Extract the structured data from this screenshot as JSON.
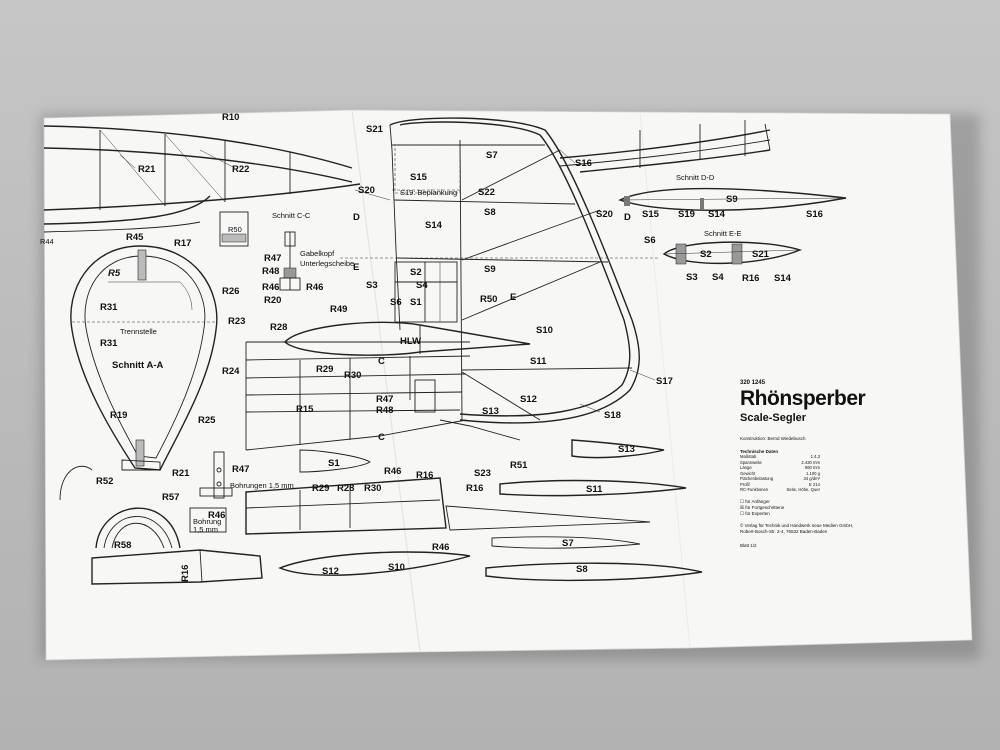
{
  "plan": {
    "number": "320 1245",
    "title": "Rhönsperber",
    "subtitle": "Scale-Segler",
    "constructor": "Konstruktion: Bernd Wiedebusch",
    "tech_heading": "Technische Daten",
    "specs": [
      {
        "label": "Maßstab",
        "value": "1:4,3"
      },
      {
        "label": "Spannweite",
        "value": "2.430 mm"
      },
      {
        "label": "Länge",
        "value": "960 mm"
      },
      {
        "label": "Gewicht",
        "value": "1.100 g"
      },
      {
        "label": "Flächenbelastung",
        "value": "34 g/dm²"
      },
      {
        "label": "Profil",
        "value": "E 214"
      },
      {
        "label": "RC-Funktionen",
        "value": "Seite, Höhe, Quer"
      }
    ],
    "checkboxes": [
      "für Anfänger",
      "für Fortgeschrittene",
      "für Experten"
    ],
    "publisher": "© Verlag für Technik und Handwerk neue Medien GmbH,",
    "publisher_address": "Robert-Bosch-Str. 2-4, 76532 Baden-Baden",
    "sheet": "Blatt 1/2"
  },
  "labels": {
    "r10": "R10",
    "r21a": "R21",
    "r22": "R22",
    "s21a": "S21",
    "s15a": "S15",
    "s7a": "S7",
    "s16a": "S16",
    "s20a": "S20",
    "s19note": "S19: Beplankung",
    "s22": "S22",
    "s8a": "S8",
    "s14a": "S14",
    "schnitt_dd": "Schnitt D-D",
    "s9a": "S9",
    "s20b": "S20",
    "s15b": "S15",
    "s19b": "S19",
    "s14b": "S14",
    "s16b": "S16",
    "r45": "R45",
    "r17": "R17",
    "r50a": "R50",
    "schnitt_cc": "Schnitt C-C",
    "gabelkopf": "Gabelkopf",
    "unterleg": "Unterlegscheibe",
    "r47a": "R47",
    "r48a": "R48",
    "r46a": "R46",
    "r46b": "R46",
    "r20": "R20",
    "r5": "R5",
    "r26": "R26",
    "r31a": "R31",
    "trenn": "Trennstelle",
    "r23": "R23",
    "r31b": "R31",
    "schnitt_aa": "Schnitt A-A",
    "r24": "R24",
    "r19": "R19",
    "r25": "R25",
    "r21b": "R21",
    "r52": "R52",
    "r44": "R44",
    "d1": "D",
    "e1": "E",
    "s2a": "S2",
    "s9b": "S9",
    "s3a": "S3",
    "s4a": "S4",
    "s6a": "S6",
    "s1a": "S1",
    "e2": "E",
    "d2": "D",
    "r49": "R49",
    "r50b": "R50",
    "s10a": "S10",
    "r28a": "R28",
    "hlw": "HLW",
    "r29a": "R29",
    "c1": "C",
    "r30a": "R30",
    "s11a": "S11",
    "s17": "S17",
    "r47b": "R47",
    "r48b": "R48",
    "s12a": "S12",
    "s13a": "S13",
    "s18": "S18",
    "r15": "R15",
    "c2": "C",
    "s6b": "S6",
    "schnitt_ee": "Schnitt E-E",
    "s2b": "S2",
    "s21b": "S21",
    "s3b": "S3",
    "s4b": "S4",
    "r16a": "R16",
    "s14c": "S14",
    "s13b": "S13",
    "s1b": "S1",
    "r47c": "R47",
    "bohrung1": "Bohrungen 1,5 mm",
    "r46c": "R46",
    "r16b": "R16",
    "s23": "S23",
    "r51": "R51",
    "r29b": "R29",
    "r28b": "R28",
    "r30b": "R30",
    "r16c": "R16",
    "s11b": "S11",
    "r57": "R57",
    "r46d": "R46",
    "bohrung2a": "Bohrung",
    "bohrung2b": "1,5 mm",
    "r46e": "R46",
    "s7b": "S7",
    "r58": "R58",
    "r16d": "R16",
    "s12b": "S12",
    "s10b": "S10",
    "s8b": "S8"
  }
}
